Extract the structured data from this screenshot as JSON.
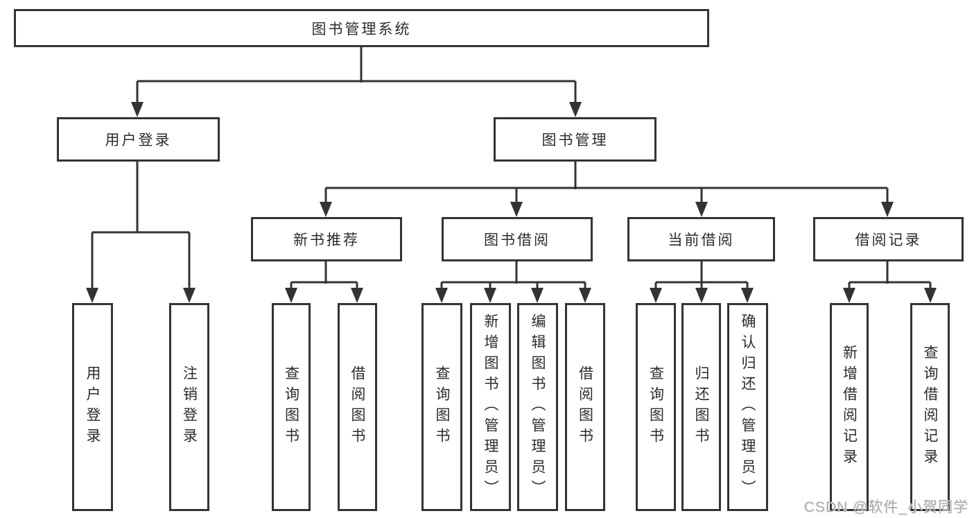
{
  "nodes": {
    "root": {
      "label": "图书管理系统"
    },
    "user_login": {
      "label": "用户登录"
    },
    "book_management": {
      "label": "图书管理"
    },
    "new_book_recommend": {
      "label": "新书推荐"
    },
    "book_borrowing": {
      "label": "图书借阅"
    },
    "current_borrowing": {
      "label": "当前借阅"
    },
    "borrow_records": {
      "label": "借阅记录"
    },
    "leaf_user_login": {
      "label": "用户登录"
    },
    "leaf_logout": {
      "label": "注销登录"
    },
    "leaf_query_book_1": {
      "label": "查询图书"
    },
    "leaf_borrow_book_1": {
      "label": "借阅图书"
    },
    "leaf_query_book_2": {
      "label": "查询图书"
    },
    "leaf_add_book_admin": {
      "label": "新增图书（管理员）"
    },
    "leaf_edit_book_admin": {
      "label": "编辑图书（管理员）"
    },
    "leaf_borrow_book_2": {
      "label": "借阅图书"
    },
    "leaf_query_book_3": {
      "label": "查询图书"
    },
    "leaf_return_book": {
      "label": "归还图书"
    },
    "leaf_confirm_return_admin": {
      "label": "确认归还（管理员）"
    },
    "leaf_add_borrow_record": {
      "label": "新增借阅记录"
    },
    "leaf_query_borrow_record": {
      "label": "查询借阅记录"
    }
  },
  "watermark": {
    "text": "CSDN @软件_小贺同学"
  },
  "colors": {
    "line": "#333333",
    "text": "#2b2b2b",
    "box_fill": "#ffffff",
    "watermark": "#ababab"
  }
}
